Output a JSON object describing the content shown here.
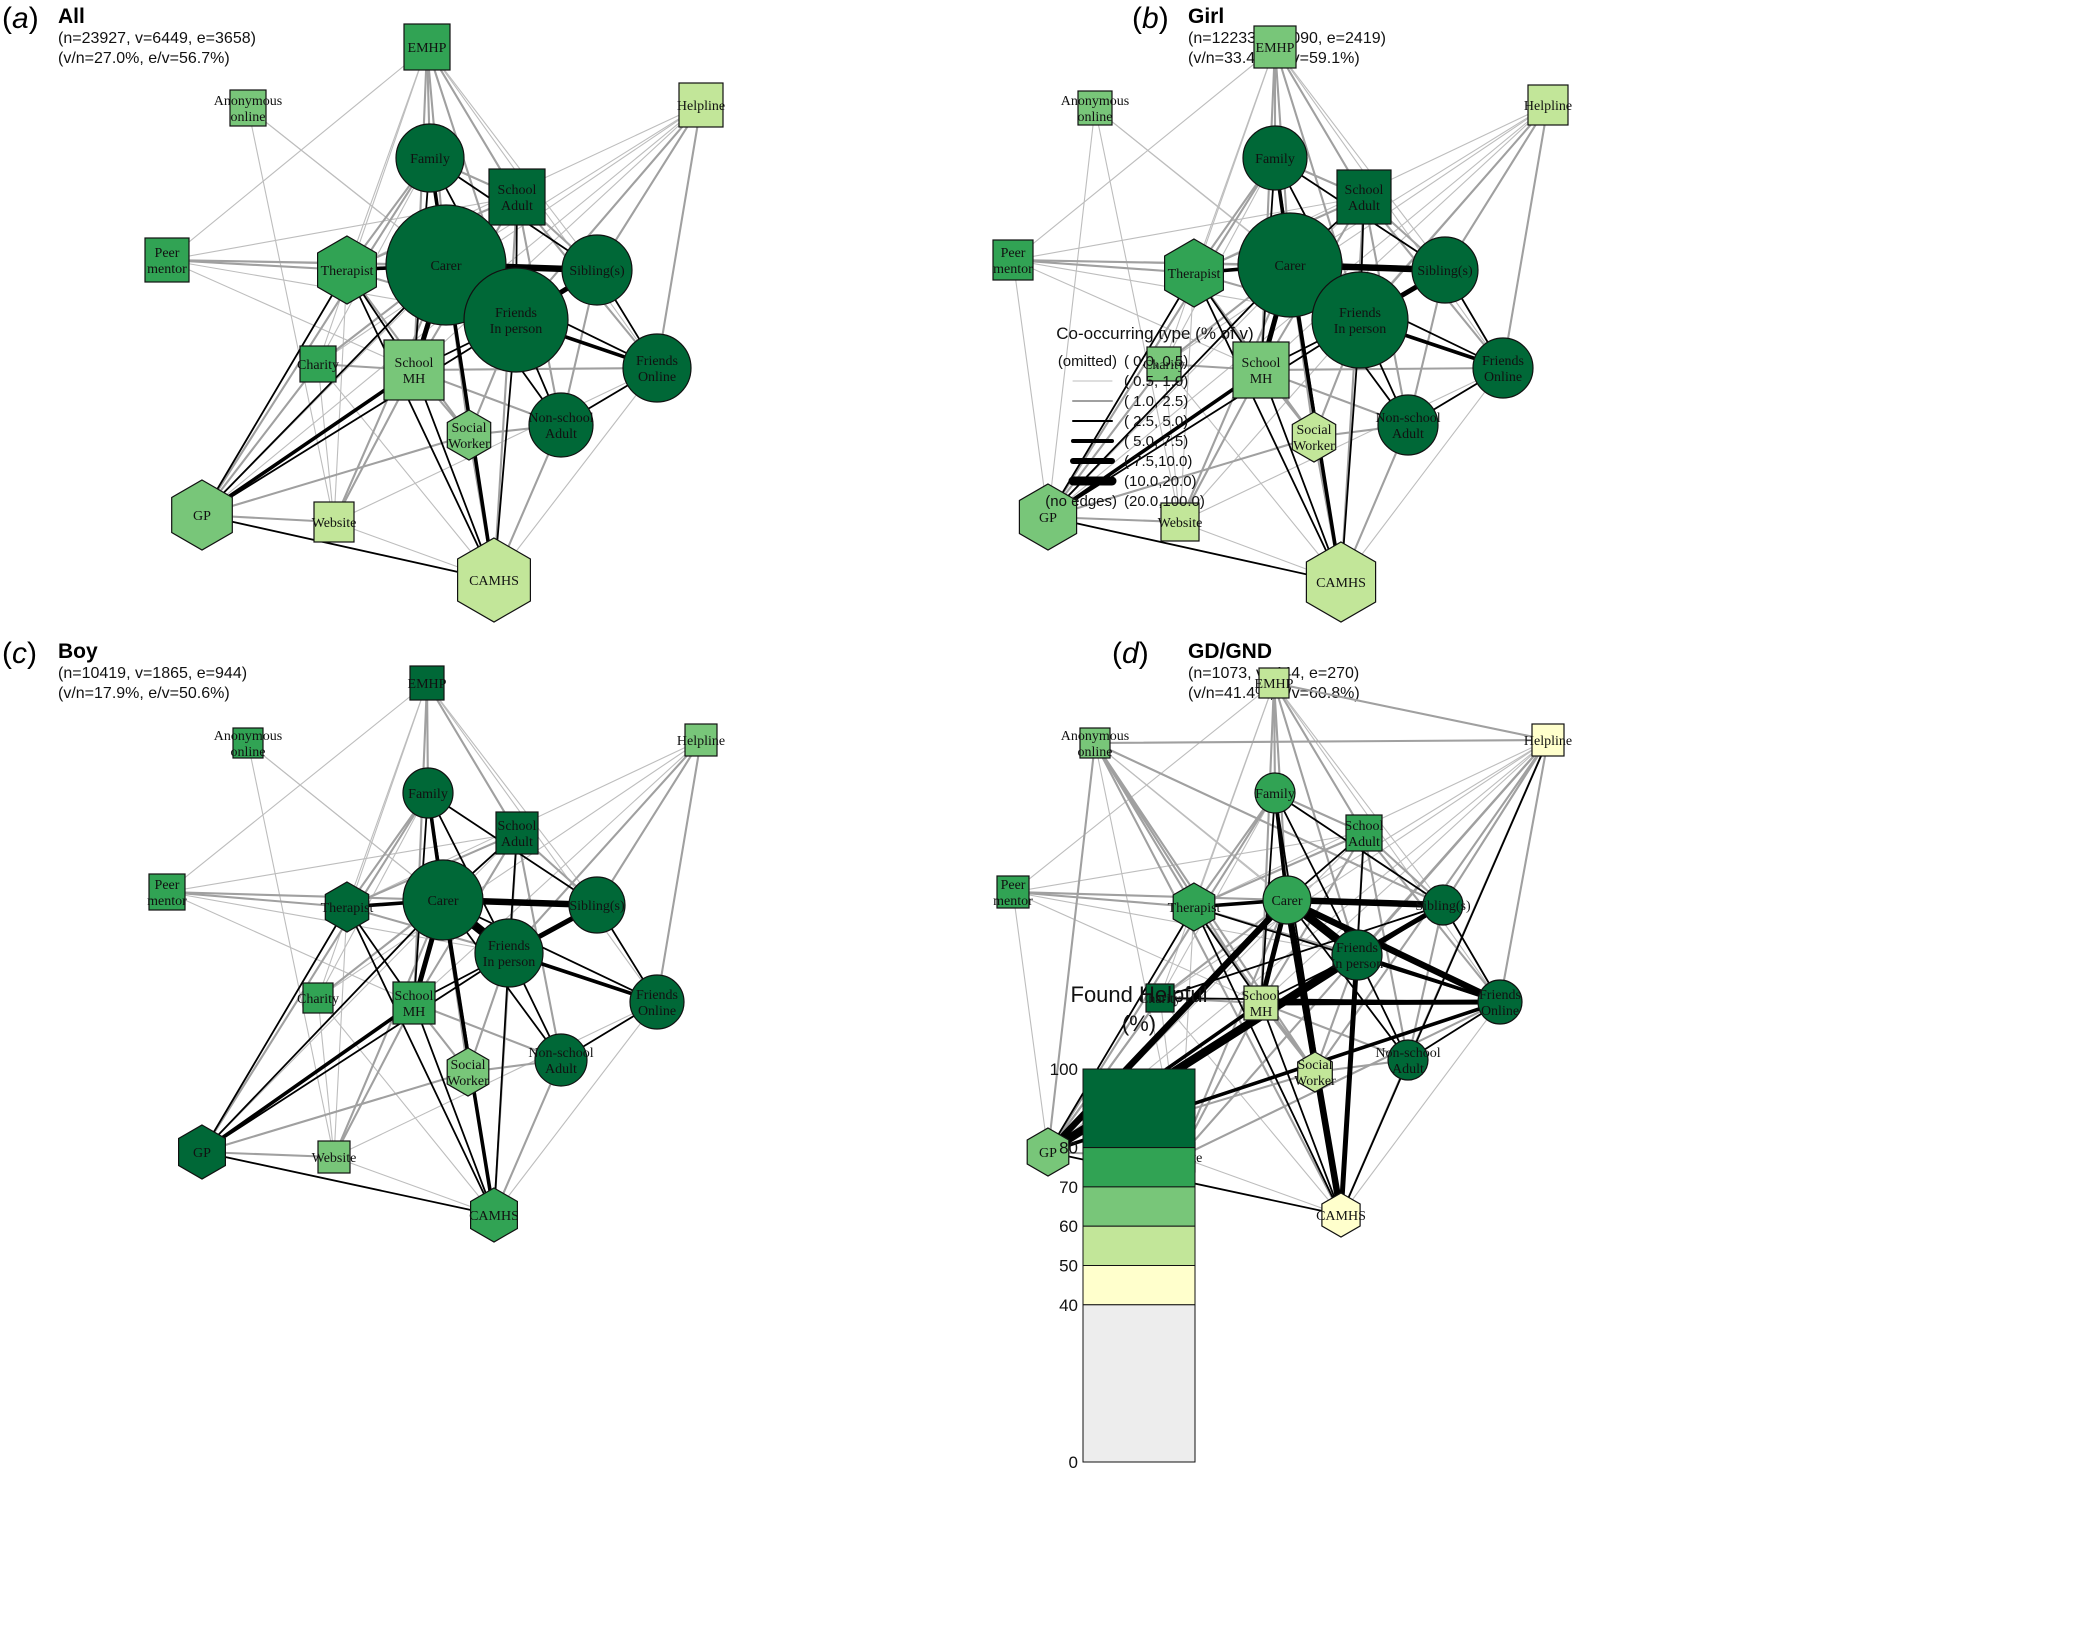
{
  "colors": {
    "r40_50": "#ffffcc",
    "r50_60": "#c2e699",
    "r60_70": "#78c679",
    "r70_80": "#31a354",
    "r80_100": "#006837",
    "below40": "#ededed",
    "edge_light": "#bdbdbd",
    "edge_mid": "#a0a0a0",
    "edge_dark": "#000000"
  },
  "panels": [
    {
      "id": "a",
      "letter": "a",
      "title": "All",
      "stats1": "(n=23927, v=6449, e=3658)",
      "stats2": "(v/n=27.0%, e/v=56.7%)",
      "nodes": [
        {
          "id": "EMHP",
          "text": [
            "EMHP"
          ],
          "shape": "square",
          "size": 46,
          "color": "r70_80"
        },
        {
          "id": "Anon",
          "text": [
            "Anonymous",
            "online"
          ],
          "shape": "square",
          "size": 36,
          "color": "r60_70"
        },
        {
          "id": "Helpline",
          "text": [
            "Helpline"
          ],
          "shape": "square",
          "size": 44,
          "color": "r50_60"
        },
        {
          "id": "Family",
          "text": [
            "Family"
          ],
          "shape": "circle",
          "size": 34,
          "color": "r80_100"
        },
        {
          "id": "SchoolAdult",
          "text": [
            "School",
            "Adult"
          ],
          "shape": "square",
          "size": 56,
          "color": "r80_100"
        },
        {
          "id": "Peer",
          "text": [
            "Peer",
            "mentor"
          ],
          "shape": "square",
          "size": 44,
          "color": "r70_80"
        },
        {
          "id": "Therapist",
          "text": [
            "Therapist"
          ],
          "shape": "hexagon",
          "size": 34,
          "color": "r70_80"
        },
        {
          "id": "Carer",
          "text": [
            "Carer"
          ],
          "shape": "circle",
          "size": 60,
          "color": "r80_100"
        },
        {
          "id": "Siblings",
          "text": [
            "Sibling(s)"
          ],
          "shape": "circle",
          "size": 35,
          "color": "r80_100"
        },
        {
          "id": "FriendsIP",
          "text": [
            "Friends",
            "In person"
          ],
          "shape": "circle",
          "size": 52,
          "color": "r80_100"
        },
        {
          "id": "Charity",
          "text": [
            "Charity"
          ],
          "shape": "square",
          "size": 36,
          "color": "r70_80"
        },
        {
          "id": "SchoolMH",
          "text": [
            "School",
            "MH"
          ],
          "shape": "square",
          "size": 60,
          "color": "r60_70"
        },
        {
          "id": "FriendsOn",
          "text": [
            "Friends",
            "Online"
          ],
          "shape": "circle",
          "size": 34,
          "color": "r80_100"
        },
        {
          "id": "SocialW",
          "text": [
            "Social",
            "Worker"
          ],
          "shape": "hexagon",
          "size": 25,
          "color": "r60_70"
        },
        {
          "id": "NonSchool",
          "text": [
            "Non-school",
            "Adult"
          ],
          "shape": "circle",
          "size": 32,
          "color": "r80_100"
        },
        {
          "id": "GP",
          "text": [
            "GP"
          ],
          "shape": "hexagon",
          "size": 35,
          "color": "r60_70"
        },
        {
          "id": "Website",
          "text": [
            "Website"
          ],
          "shape": "square",
          "size": 40,
          "color": "r50_60"
        },
        {
          "id": "CAMHS",
          "text": [
            "CAMHS"
          ],
          "shape": "hexagon",
          "size": 42,
          "color": "r50_60"
        }
      ]
    },
    {
      "id": "b",
      "letter": "b",
      "title": "Girl",
      "stats1": "(n=12233, v=4090, e=2419)",
      "stats2": "(v/n=33.4%, e/v=59.1%)",
      "nodes": [
        {
          "id": "EMHP",
          "text": [
            "EMHP"
          ],
          "shape": "square",
          "size": 42,
          "color": "r60_70"
        },
        {
          "id": "Anon",
          "text": [
            "Anonymous",
            "online"
          ],
          "shape": "square",
          "size": 34,
          "color": "r60_70"
        },
        {
          "id": "Helpline",
          "text": [
            "Helpline"
          ],
          "shape": "square",
          "size": 40,
          "color": "r50_60"
        },
        {
          "id": "Family",
          "text": [
            "Family"
          ],
          "shape": "circle",
          "size": 32,
          "color": "r80_100"
        },
        {
          "id": "SchoolAdult",
          "text": [
            "School",
            "Adult"
          ],
          "shape": "square",
          "size": 54,
          "color": "r80_100"
        },
        {
          "id": "Peer",
          "text": [
            "Peer",
            "mentor"
          ],
          "shape": "square",
          "size": 40,
          "color": "r70_80"
        },
        {
          "id": "Therapist",
          "text": [
            "Therapist"
          ],
          "shape": "hexagon",
          "size": 34,
          "color": "r70_80"
        },
        {
          "id": "Carer",
          "text": [
            "Carer"
          ],
          "shape": "circle",
          "size": 52,
          "color": "r80_100"
        },
        {
          "id": "Siblings",
          "text": [
            "Sibling(s)"
          ],
          "shape": "circle",
          "size": 33,
          "color": "r80_100"
        },
        {
          "id": "FriendsIP",
          "text": [
            "Friends",
            "In person"
          ],
          "shape": "circle",
          "size": 48,
          "color": "r80_100"
        },
        {
          "id": "Charity",
          "text": [
            "Charity"
          ],
          "shape": "square",
          "size": 34,
          "color": "r60_70"
        },
        {
          "id": "SchoolMH",
          "text": [
            "School",
            "MH"
          ],
          "shape": "square",
          "size": 56,
          "color": "r60_70"
        },
        {
          "id": "FriendsOn",
          "text": [
            "Friends",
            "Online"
          ],
          "shape": "circle",
          "size": 30,
          "color": "r80_100"
        },
        {
          "id": "SocialW",
          "text": [
            "Social",
            "Worker"
          ],
          "shape": "hexagon",
          "size": 25,
          "color": "r50_60"
        },
        {
          "id": "NonSchool",
          "text": [
            "Non-school",
            "Adult"
          ],
          "shape": "circle",
          "size": 30,
          "color": "r80_100"
        },
        {
          "id": "GP",
          "text": [
            "GP"
          ],
          "shape": "hexagon",
          "size": 33,
          "color": "r60_70"
        },
        {
          "id": "Website",
          "text": [
            "Website"
          ],
          "shape": "square",
          "size": 38,
          "color": "r50_60"
        },
        {
          "id": "CAMHS",
          "text": [
            "CAMHS"
          ],
          "shape": "hexagon",
          "size": 40,
          "color": "r50_60"
        }
      ]
    },
    {
      "id": "c",
      "letter": "c",
      "title": "Boy",
      "stats1": "(n=10419, v=1865, e=944)",
      "stats2": "(v/n=17.9%, e/v=50.6%)",
      "nodes": [
        {
          "id": "EMHP",
          "text": [
            "EMHP"
          ],
          "shape": "square",
          "size": 34,
          "color": "r80_100"
        },
        {
          "id": "Anon",
          "text": [
            "Anonymous",
            "online"
          ],
          "shape": "square",
          "size": 30,
          "color": "r70_80"
        },
        {
          "id": "Helpline",
          "text": [
            "Helpline"
          ],
          "shape": "square",
          "size": 32,
          "color": "r60_70"
        },
        {
          "id": "Family",
          "text": [
            "Family"
          ],
          "shape": "circle",
          "size": 25,
          "color": "r80_100"
        },
        {
          "id": "SchoolAdult",
          "text": [
            "School",
            "Adult"
          ],
          "shape": "square",
          "size": 42,
          "color": "r80_100"
        },
        {
          "id": "Peer",
          "text": [
            "Peer",
            "mentor"
          ],
          "shape": "square",
          "size": 36,
          "color": "r70_80"
        },
        {
          "id": "Therapist",
          "text": [
            "Therapist"
          ],
          "shape": "hexagon",
          "size": 25,
          "color": "r80_100"
        },
        {
          "id": "Carer",
          "text": [
            "Carer"
          ],
          "shape": "circle",
          "size": 40,
          "color": "r80_100"
        },
        {
          "id": "Siblings",
          "text": [
            "Sibling(s)"
          ],
          "shape": "circle",
          "size": 28,
          "color": "r80_100"
        },
        {
          "id": "FriendsIP",
          "text": [
            "Friends",
            "In person"
          ],
          "shape": "circle",
          "size": 34,
          "color": "r80_100"
        },
        {
          "id": "Charity",
          "text": [
            "Charity"
          ],
          "shape": "square",
          "size": 30,
          "color": "r70_80"
        },
        {
          "id": "SchoolMH",
          "text": [
            "School",
            "MH"
          ],
          "shape": "square",
          "size": 42,
          "color": "r70_80"
        },
        {
          "id": "FriendsOn",
          "text": [
            "Friends",
            "Online"
          ],
          "shape": "circle",
          "size": 27,
          "color": "r80_100"
        },
        {
          "id": "SocialW",
          "text": [
            "Social",
            "Worker"
          ],
          "shape": "hexagon",
          "size": 24,
          "color": "r60_70"
        },
        {
          "id": "NonSchool",
          "text": [
            "Non-school",
            "Adult"
          ],
          "shape": "circle",
          "size": 26,
          "color": "r80_100"
        },
        {
          "id": "GP",
          "text": [
            "GP"
          ],
          "shape": "hexagon",
          "size": 27,
          "color": "r80_100"
        },
        {
          "id": "Website",
          "text": [
            "Website"
          ],
          "shape": "square",
          "size": 32,
          "color": "r60_70"
        },
        {
          "id": "CAMHS",
          "text": [
            "CAMHS"
          ],
          "shape": "hexagon",
          "size": 27,
          "color": "r70_80"
        }
      ]
    },
    {
      "id": "d",
      "letter": "d",
      "title": "GD/GND",
      "stats1": "(n=1073, v=444, e=270)",
      "stats2": "(v/n=41.4%, e/v=60.8%)",
      "nodes": [
        {
          "id": "EMHP",
          "text": [
            "EMHP"
          ],
          "shape": "square",
          "size": 30,
          "color": "r50_60"
        },
        {
          "id": "Anon",
          "text": [
            "Anonymous",
            "online"
          ],
          "shape": "square",
          "size": 30,
          "color": "r60_70"
        },
        {
          "id": "Helpline",
          "text": [
            "Helpline"
          ],
          "shape": "square",
          "size": 32,
          "color": "r40_50"
        },
        {
          "id": "Family",
          "text": [
            "Family"
          ],
          "shape": "circle",
          "size": 20,
          "color": "r70_80"
        },
        {
          "id": "SchoolAdult",
          "text": [
            "School",
            "Adult"
          ],
          "shape": "square",
          "size": 36,
          "color": "r70_80"
        },
        {
          "id": "Peer",
          "text": [
            "Peer",
            "mentor"
          ],
          "shape": "square",
          "size": 32,
          "color": "r70_80"
        },
        {
          "id": "Therapist",
          "text": [
            "Therapist"
          ],
          "shape": "hexagon",
          "size": 24,
          "color": "r70_80"
        },
        {
          "id": "Carer",
          "text": [
            "Carer"
          ],
          "shape": "circle",
          "size": 24,
          "color": "r70_80"
        },
        {
          "id": "Siblings",
          "text": [
            "Sibling(s)"
          ],
          "shape": "circle",
          "size": 20,
          "color": "r80_100"
        },
        {
          "id": "FriendsIP",
          "text": [
            "Friends",
            "In person"
          ],
          "shape": "circle",
          "size": 25,
          "color": "r80_100"
        },
        {
          "id": "Charity",
          "text": [
            "Charity"
          ],
          "shape": "square",
          "size": 28,
          "color": "r80_100"
        },
        {
          "id": "SchoolMH",
          "text": [
            "School",
            "MH"
          ],
          "shape": "square",
          "size": 34,
          "color": "r50_60"
        },
        {
          "id": "FriendsOn",
          "text": [
            "Friends",
            "Online"
          ],
          "shape": "circle",
          "size": 22,
          "color": "r80_100"
        },
        {
          "id": "SocialW",
          "text": [
            "Social",
            "Worker"
          ],
          "shape": "hexagon",
          "size": 20,
          "color": "r50_60"
        },
        {
          "id": "NonSchool",
          "text": [
            "Non-school",
            "Adult"
          ],
          "shape": "circle",
          "size": 20,
          "color": "r80_100"
        },
        {
          "id": "GP",
          "text": [
            "GP"
          ],
          "shape": "hexagon",
          "size": 24,
          "color": "r60_70"
        },
        {
          "id": "Website",
          "text": [
            "Website"
          ],
          "shape": "square",
          "size": 30,
          "color": "r50_60"
        },
        {
          "id": "CAMHS",
          "text": [
            "CAMHS"
          ],
          "shape": "hexagon",
          "size": 22,
          "color": "r40_50"
        }
      ]
    }
  ],
  "edge_legend": {
    "title": "Co-occurring type (% of v)",
    "rows": [
      {
        "label": "(omitted)",
        "range": "( 0.0, 0.5)",
        "width": 0,
        "color": "edge_light"
      },
      {
        "label": "",
        "range": "( 0.5, 1.0)",
        "width": 1,
        "color": "edge_light"
      },
      {
        "label": "",
        "range": "( 1.0, 2.5)",
        "width": 2,
        "color": "edge_mid"
      },
      {
        "label": "",
        "range": "( 2.5, 5.0)",
        "width": 2,
        "color": "edge_dark"
      },
      {
        "label": "",
        "range": "( 5.0, 7.5)",
        "width": 4,
        "color": "edge_dark"
      },
      {
        "label": "",
        "range": "( 7.5,10.0)",
        "width": 6,
        "color": "edge_dark"
      },
      {
        "label": "",
        "range": "(10.0,20.0)",
        "width": 9,
        "color": "edge_dark"
      },
      {
        "label": "(no edges)",
        "range": "(20.0,100.0)",
        "width": 0,
        "color": "edge_dark"
      }
    ]
  },
  "color_legend": {
    "title_line1": "Found Helpful",
    "title_line2": "(%)",
    "bands": [
      {
        "from": 80,
        "to": 100,
        "color": "r80_100"
      },
      {
        "from": 70,
        "to": 80,
        "color": "r70_80"
      },
      {
        "from": 60,
        "to": 70,
        "color": "r60_70"
      },
      {
        "from": 50,
        "to": 60,
        "color": "r50_60"
      },
      {
        "from": 40,
        "to": 50,
        "color": "r40_50"
      },
      {
        "from": 0,
        "to": 40,
        "color": "below40"
      }
    ],
    "ticks": [
      "100",
      "80",
      "70",
      "60",
      "50",
      "40",
      "0"
    ]
  }
}
